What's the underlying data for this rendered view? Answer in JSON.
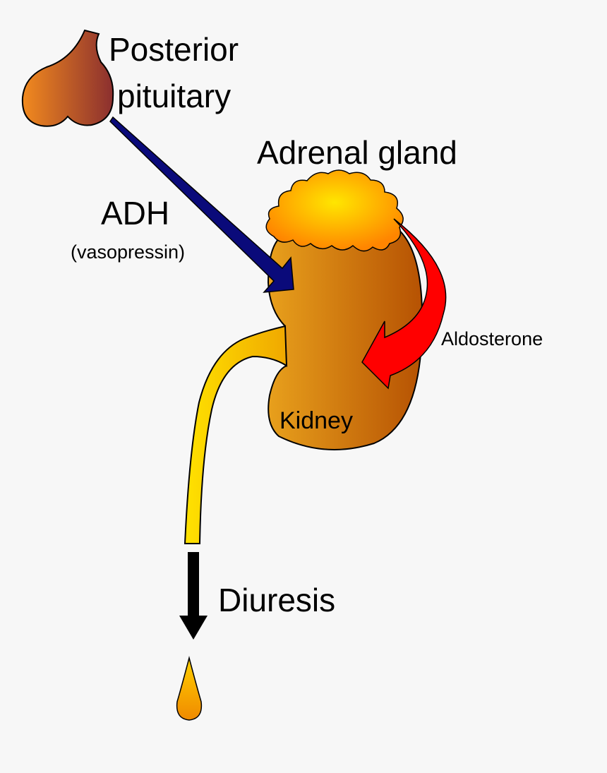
{
  "labels": {
    "posterior_line1": "Posterior",
    "posterior_line2": "pituitary",
    "adrenal": "Adrenal gland",
    "adh": "ADH",
    "vasopressin": "(vasopressin)",
    "aldosterone": "Aldosterone",
    "kidney": "Kidney",
    "diuresis": "Diuresis"
  },
  "colors": {
    "background": "#f7f7f7",
    "pituitary_light": "#f28a1e",
    "pituitary_dark": "#8b2f2f",
    "adh_arrow": "#0a0a7a",
    "aldosterone_arrow": "#ff0000",
    "kidney_light": "#e49a1c",
    "kidney_dark": "#b85a05",
    "ureter": "#ffd400",
    "adrenal_center": "#ffe600",
    "adrenal_edge": "#ff8a00",
    "urine_drop": "#f5a000"
  },
  "icons": [
    "pituitary-gland-icon",
    "adrenal-gland-icon",
    "kidney-icon",
    "urine-drop-icon"
  ]
}
